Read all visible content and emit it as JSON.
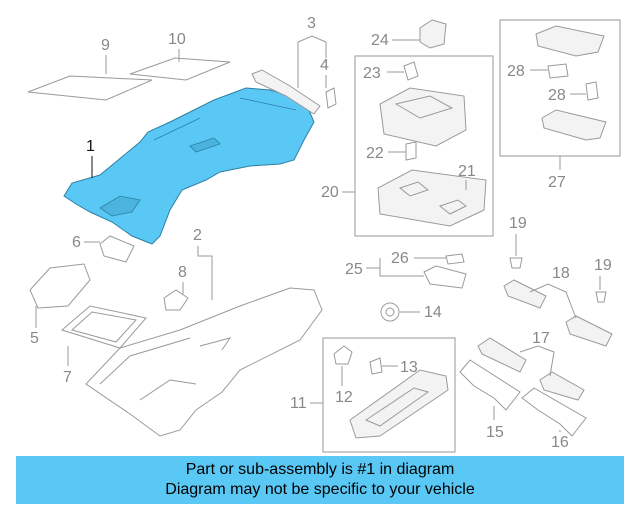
{
  "callouts": {
    "c1": "1",
    "c2": "2",
    "c3": "3",
    "c4": "4",
    "c5": "5",
    "c6": "6",
    "c7": "7",
    "c8": "8",
    "c9": "9",
    "c10": "10",
    "c11": "11",
    "c12": "12",
    "c13": "13",
    "c14": "14",
    "c15": "15",
    "c16": "16",
    "c17": "17",
    "c18": "18",
    "c19a": "19",
    "c19b": "19",
    "c20": "20",
    "c21": "21",
    "c22": "22",
    "c23": "23",
    "c24": "24",
    "c25": "25",
    "c26": "26",
    "c27": "27",
    "c28a": "28",
    "c28b": "28"
  },
  "colors": {
    "highlight": "#5ac8f5",
    "line": "#9a9a9a",
    "callout": "#888888"
  },
  "banner": {
    "line1": "Part or sub-assembly is #1 in diagram",
    "line2": "Diagram may not be specific to your vehicle"
  }
}
